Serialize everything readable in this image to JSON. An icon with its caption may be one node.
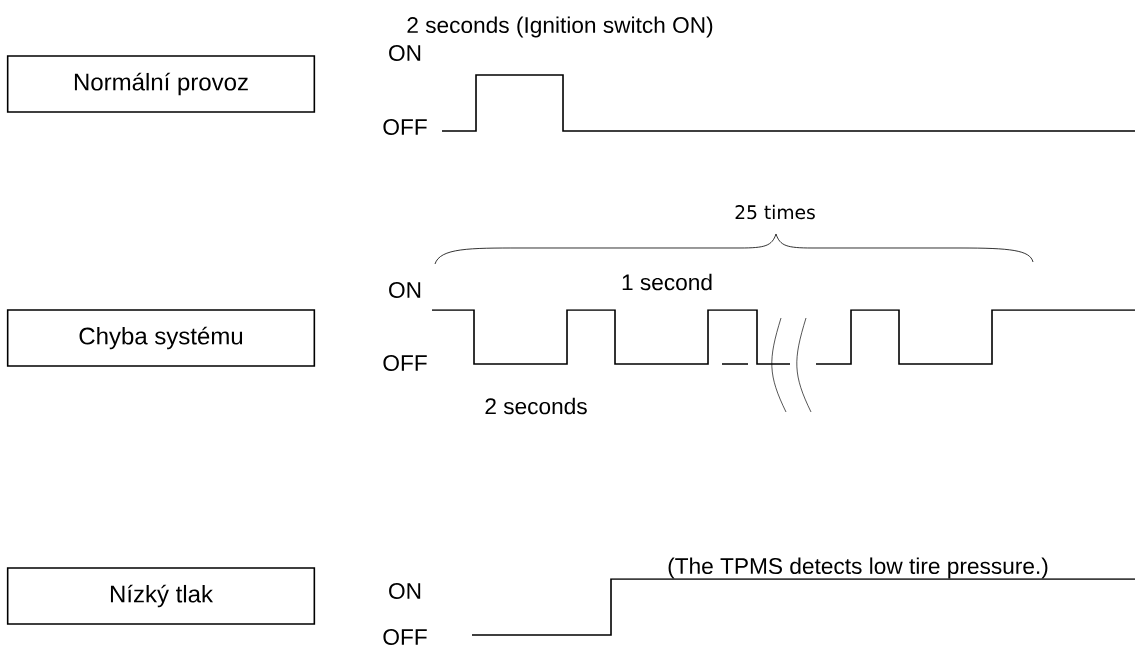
{
  "diagram": {
    "nodes": [
      {
        "text": [
          "Normální provoz"
        ]
      },
      {
        "text": [
          "Chyba systému"
        ]
      },
      {
        "text": [
          "Nízký tlak"
        ]
      }
    ],
    "labels": [
      "2 seconds (Ignition switch ON)",
      "ON",
      "OFF",
      "25 times",
      "ON",
      "1 second",
      "OFF",
      "2 seconds",
      "(The TPMS detects low tire pressure.)",
      "ON",
      "OFF"
    ]
  }
}
